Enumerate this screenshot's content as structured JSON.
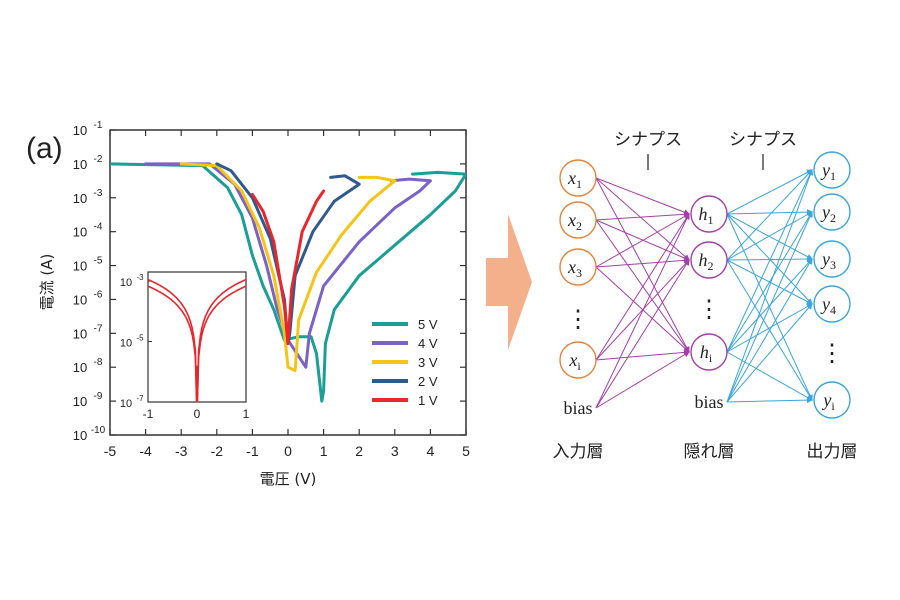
{
  "panel_label": "(a)",
  "colors": {
    "teal": "#1a9e96",
    "purple": "#7a62c6",
    "yellow": "#f6c318",
    "blue": "#2f5a8c",
    "red": "#e8262b",
    "arrow": "#f4b08a",
    "input_node": "#e8823a",
    "hidden_node": "#a43fa8",
    "output_node": "#3aa6dc"
  },
  "chart_data": [
    {
      "type": "line",
      "xlabel": "電圧 (V)",
      "ylabel": "電流 (A)",
      "xlim": [
        -5,
        5
      ],
      "ylim_log10": [
        -10,
        -1
      ],
      "y_scale": "log",
      "x_ticks": [
        "-5",
        "-4",
        "-3",
        "-2",
        "-1",
        "0",
        "1",
        "2",
        "3",
        "4",
        "5"
      ],
      "y_tick_mantissa": [
        "10",
        "10",
        "10",
        "10",
        "10",
        "10",
        "10",
        "10",
        "10",
        "10"
      ],
      "y_tick_exponents": [
        "-1",
        "-2",
        "-3",
        "-4",
        "-5",
        "-6",
        "-7",
        "-8",
        "-9",
        "-10"
      ],
      "legend_position": "bottom-right",
      "series": [
        {
          "name": "5 V",
          "color": "#1a9e96",
          "up": [
            [
              -5,
              -2
            ],
            [
              -2.4,
              -2.05
            ],
            [
              -1.7,
              -2.7
            ],
            [
              -1.3,
              -3.5
            ],
            [
              -1.0,
              -4.7
            ],
            [
              -0.7,
              -5.6
            ],
            [
              -0.4,
              -6.3
            ],
            [
              -0.1,
              -7.2
            ],
            [
              0.3,
              -7.1
            ],
            [
              0.65,
              -7.1
            ],
            [
              0.8,
              -7.6
            ],
            [
              0.95,
              -9.0
            ]
          ],
          "down": [
            [
              1.0,
              -8.7
            ],
            [
              1.05,
              -7.3
            ],
            [
              1.3,
              -6.3
            ],
            [
              2.0,
              -5.3
            ],
            [
              3.0,
              -4.4
            ],
            [
              4.0,
              -3.5
            ],
            [
              4.7,
              -2.8
            ],
            [
              5,
              -2.3
            ]
          ],
          "cap": [
            [
              5,
              -2.3
            ],
            [
              4.2,
              -2.25
            ],
            [
              3.5,
              -2.3
            ]
          ]
        },
        {
          "name": "4 V",
          "color": "#7a62c6",
          "up": [
            [
              -4,
              -2
            ],
            [
              -2.2,
              -2
            ],
            [
              -1.5,
              -2.6
            ],
            [
              -1.0,
              -3.6
            ],
            [
              -0.6,
              -5.0
            ],
            [
              -0.3,
              -6.3
            ],
            [
              0,
              -7.2
            ]
          ],
          "down": [
            [
              0.5,
              -8.0
            ],
            [
              0.6,
              -7.0
            ],
            [
              1.0,
              -5.6
            ],
            [
              2.0,
              -4.3
            ],
            [
              3.0,
              -3.3
            ],
            [
              3.7,
              -2.8
            ],
            [
              4,
              -2.5
            ]
          ],
          "cap": [
            [
              4,
              -2.5
            ],
            [
              3.4,
              -2.45
            ],
            [
              2.9,
              -2.5
            ]
          ]
        },
        {
          "name": "3 V",
          "color": "#f6c318",
          "up": [
            [
              -3,
              -2
            ],
            [
              -2.0,
              -2.05
            ],
            [
              -1.3,
              -2.8
            ],
            [
              -0.8,
              -3.9
            ],
            [
              -0.4,
              -5.3
            ],
            [
              -0.1,
              -7.0
            ],
            [
              0,
              -8.0
            ]
          ],
          "down": [
            [
              0.2,
              -8.1
            ],
            [
              0.3,
              -6.6
            ],
            [
              0.8,
              -5.2
            ],
            [
              1.5,
              -4.1
            ],
            [
              2.3,
              -3.1
            ],
            [
              3,
              -2.5
            ]
          ],
          "cap": [
            [
              3,
              -2.5
            ],
            [
              2.5,
              -2.4
            ],
            [
              2.0,
              -2.4
            ]
          ]
        },
        {
          "name": "2 V",
          "color": "#2f5a8c",
          "up": [
            [
              -2,
              -2
            ],
            [
              -1.6,
              -2.2
            ],
            [
              -1.0,
              -3.0
            ],
            [
              -0.5,
              -4.2
            ],
            [
              -0.1,
              -6.0
            ],
            [
              0,
              -7.3
            ]
          ],
          "down": [
            [
              0.05,
              -7.0
            ],
            [
              0.2,
              -5.3
            ],
            [
              0.7,
              -4.0
            ],
            [
              1.3,
              -3.1
            ],
            [
              2,
              -2.6
            ]
          ],
          "cap": [
            [
              2,
              -2.6
            ],
            [
              1.6,
              -2.35
            ],
            [
              1.2,
              -2.4
            ]
          ]
        },
        {
          "name": "1 V",
          "color": "#e8262b",
          "up": [
            [
              -1,
              -2.9
            ],
            [
              -0.7,
              -3.4
            ],
            [
              -0.4,
              -4.3
            ],
            [
              -0.1,
              -6.2
            ],
            [
              0,
              -7.3
            ]
          ],
          "down": [
            [
              0,
              -7.3
            ],
            [
              0.1,
              -5.7
            ],
            [
              0.4,
              -4.0
            ],
            [
              0.8,
              -3.1
            ],
            [
              1,
              -2.8
            ]
          ],
          "cap": []
        }
      ]
    },
    {
      "type": "line",
      "xlim": [
        -1,
        1
      ],
      "ylim_log10": [
        -7,
        -2.7
      ],
      "y_scale": "log",
      "x_ticks": [
        "-1",
        "0",
        "1"
      ],
      "y_tick_mantissa": [
        "10",
        "10",
        "10"
      ],
      "y_tick_exponents": [
        "-3",
        "-5",
        "-7"
      ],
      "series": [
        {
          "color": "#e8262b"
        }
      ]
    }
  ],
  "network": {
    "top_labels": [
      "シナプス",
      "シナプス"
    ],
    "input_nodes": [
      {
        "main": "x",
        "sub": "1"
      },
      {
        "main": "x",
        "sub": "2"
      },
      {
        "main": "x",
        "sub": "3"
      },
      {
        "main": "⋮",
        "sub": ""
      },
      {
        "main": "x",
        "sub": "i"
      },
      {
        "main": "bias",
        "sub": ""
      }
    ],
    "hidden_nodes": [
      {
        "main": "h",
        "sub": "1"
      },
      {
        "main": "h",
        "sub": "2"
      },
      {
        "main": "⋮",
        "sub": ""
      },
      {
        "main": "h",
        "sub": "i"
      },
      {
        "main": "bias",
        "sub": ""
      }
    ],
    "output_nodes": [
      {
        "main": "y",
        "sub": "1"
      },
      {
        "main": "y",
        "sub": "2"
      },
      {
        "main": "y",
        "sub": "3"
      },
      {
        "main": "y",
        "sub": "4"
      },
      {
        "main": "⋮",
        "sub": ""
      },
      {
        "main": "y",
        "sub": "i"
      }
    ],
    "layer_labels": [
      "入力層",
      "隠れ層",
      "出力層"
    ]
  }
}
